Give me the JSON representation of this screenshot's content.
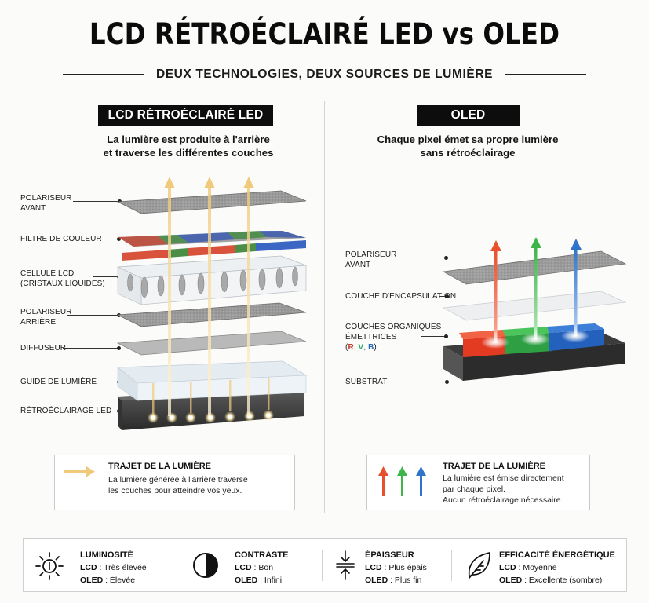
{
  "title": "LCD RÉTROÉCLAIRÉ LED vs OLED",
  "subtitle": "DEUX TECHNOLOGIES, DEUX SOURCES DE LUMIÈRE",
  "lcd": {
    "badge": "LCD RÉTROÉCLAIRÉ LED",
    "caption_line1": "La lumière est produite à l'arrière",
    "caption_line2": "et traverse les différentes couches",
    "layers": [
      {
        "line1": "POLARISEUR",
        "line2": "AVANT"
      },
      {
        "line1": "FILTRE DE COULEUR",
        "line2": ""
      },
      {
        "line1": "CELLULE LCD",
        "line2": "(CRISTAUX LIQUIDES)"
      },
      {
        "line1": "POLARISEUR",
        "line2": "ARRIÈRE"
      },
      {
        "line1": "DIFFUSEUR",
        "line2": ""
      },
      {
        "line1": "GUIDE DE LUMIÈRE",
        "line2": ""
      },
      {
        "line1": "RÉTROÉCLAIRAGE LED",
        "line2": ""
      }
    ],
    "legend": {
      "title": "TRAJET DE LA LUMIÈRE",
      "line1": "La lumière générée à l'arrière traverse",
      "line2": "les couches pour atteindre vos yeux."
    }
  },
  "oled": {
    "badge": "OLED",
    "caption_line1": "Chaque pixel émet sa propre lumière",
    "caption_line2": "sans rétroéclairage",
    "layers": [
      {
        "line1": "POLARISEUR",
        "line2": "AVANT"
      },
      {
        "line1": "COUCHE D'ENCAPSULATION",
        "line2": ""
      },
      {
        "line1": "COUCHES ORGANIQUES",
        "line2": "ÉMETTRICES"
      },
      {
        "line1": "SUBSTRAT",
        "line2": ""
      }
    ],
    "rgb": {
      "open": "(",
      "r": "R",
      "sep1": ", ",
      "g": "V",
      "sep2": ", ",
      "b": "B",
      "close": ")"
    },
    "legend": {
      "title": "TRAJET DE LA LUMIÈRE",
      "line1": "La lumière est émise directement",
      "line2": "par chaque pixel.",
      "line3": "Aucun rétroéclairage nécessaire."
    }
  },
  "features": [
    {
      "icon": "sun-icon",
      "title": "LUMINOSITÉ",
      "lcd_key": "LCD",
      "lcd_val": " : Très élevée",
      "oled_key": "OLED",
      "oled_val": " : Élevée"
    },
    {
      "icon": "contrast-icon",
      "title": "CONTRASTE",
      "lcd_key": "LCD",
      "lcd_val": " : Bon",
      "oled_key": "OLED",
      "oled_val": " : Infini"
    },
    {
      "icon": "thickness-icon",
      "title": "ÉPAISSEUR",
      "lcd_key": "LCD",
      "lcd_val": " : Plus épais",
      "oled_key": "OLED",
      "oled_val": " : Plus fin"
    },
    {
      "icon": "leaf-icon",
      "title": "EFFICACITÉ ÉNERGÉTIQUE",
      "lcd_key": "LCD",
      "lcd_val": " : Moyenne",
      "oled_key": "OLED",
      "oled_val": " : Excellente (sombre)"
    }
  ],
  "colors": {
    "light_path": "#f1c97a",
    "red": "#e8502d",
    "green": "#3cb54a",
    "blue": "#2f74c8",
    "badge_bg": "#0d0d0d"
  }
}
